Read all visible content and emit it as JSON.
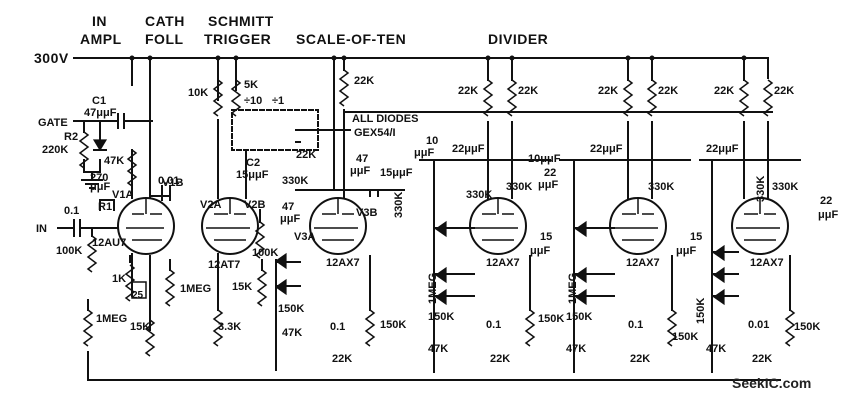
{
  "headers": {
    "in_ampl_1": "IN",
    "in_ampl_2": "AMPL",
    "cath_foll_1": "CATH",
    "cath_foll_2": "FOLL",
    "schmitt_1": "SCHMITT",
    "schmitt_2": "TRIGGER",
    "scale": "SCALE-OF-TEN",
    "divider": "DIVIDER"
  },
  "supply": "300V",
  "inputs": {
    "gate": "GATE",
    "in": "IN"
  },
  "notes": {
    "diodes_1": "ALL DIODES",
    "diodes_2": "GEX54/I"
  },
  "tubes": [
    {
      "type": "12AU7",
      "sections": [
        "V1A",
        "V1B"
      ]
    },
    {
      "type": "12AT7",
      "sections": [
        "V2A",
        "V2B"
      ]
    },
    {
      "type": "12AX7",
      "sections": [
        "V3A",
        "V3B"
      ]
    },
    {
      "type": "12AX7"
    },
    {
      "type": "12AX7"
    },
    {
      "type": "12AX7"
    }
  ],
  "components": {
    "c1": "C1",
    "c1_val": "47μμF",
    "r2": "R2",
    "r2_val": "220K",
    "r270": "270",
    "r1": "R1",
    "c_uuf": "μμF",
    "in_cap": "0.1",
    "r100k": "100K",
    "r47k_a": "47K",
    "c001": "0.01",
    "r1k": "1K",
    "c25": "25",
    "r1meg_a": "1MEG",
    "r15k_a": "15K",
    "r1meg_b": "1MEG",
    "r10k": "10K",
    "r5k": "5K",
    "div10": "÷10",
    "div1": "÷1",
    "c2": "C2",
    "c2_val": "15μμF",
    "r100k_b": "100K",
    "r15k_b": "15K",
    "r3_3k": "3.3K",
    "r22k_a": "22K",
    "r22k_b": "22K",
    "r330k_a": "330K",
    "c47_a": "47",
    "c47_b": "μμF",
    "c47_c": "47",
    "c47_d": "μμF",
    "c15": "15μμF",
    "r330k_b": "330K",
    "r150k_a": "150K",
    "r47k_b": "47K",
    "c01_a": "0.1",
    "r22k_c": "22K",
    "r150k_b": "150K",
    "c10": "10",
    "c10_u": "μμF",
    "r22k_d": "22K",
    "r22k_e": "22K",
    "c22_a": "22μμF",
    "r330k_c": "330K",
    "r330k_d": "330K",
    "c10_b": "10μμF",
    "c22_b": "22",
    "c22_bu": "μμF",
    "c15_b": "15",
    "c15_bu": "μμF",
    "r1meg_c": "1MEG",
    "r150k_c": "150K",
    "r47k_c": "47K",
    "c01_b": "0.1",
    "r22k_f": "22K",
    "r150k_d": "150K",
    "r22k_g": "22K",
    "r22k_h": "22K",
    "c22_c": "22μμF",
    "r330k_e": "330K",
    "c15_c": "15",
    "c15_cu": "μμF",
    "r1meg_d": "1MEG",
    "r150k_e": "150K",
    "r47k_d": "47K",
    "c01_c": "0.1",
    "r22k_i": "22K",
    "r150k_f": "150K",
    "r22k_j": "22K",
    "r22k_k": "22K",
    "c22_d": "22μμF",
    "r330k_f": "330K",
    "r330k_g": "330K",
    "c22_e": "22",
    "c22_eu": "μμF",
    "r150k_g": "150K",
    "r47k_e": "47K",
    "c001_b": "0.01",
    "r22k_l": "22K",
    "r150k_h": "150K"
  },
  "watermark": "SeekIC.com"
}
